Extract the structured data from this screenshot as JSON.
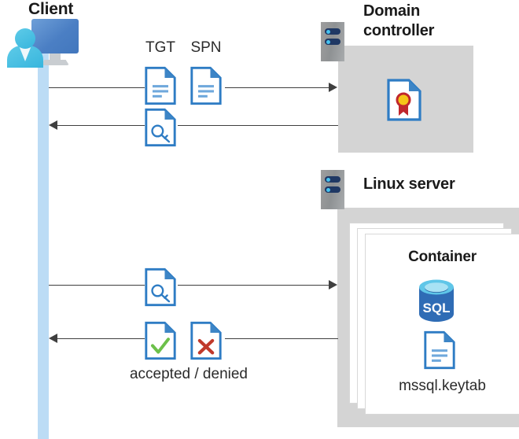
{
  "diagram": {
    "title_client": "Client",
    "domain_controller_title_line1": "Domain",
    "domain_controller_title_line2": "controller",
    "linux_server_title": "Linux server",
    "container_title": "Container",
    "keytab_label": "mssql.keytab",
    "accepted_denied_label": "accepted / denied",
    "ticket_labels": {
      "tgt": "TGT",
      "spn": "SPN"
    },
    "sql_logo_text": "SQL",
    "icons": {
      "client": "user-desktop-icon",
      "server_rack": "server-rack-icon",
      "document": "document-icon",
      "ticket_key": "key-document-icon",
      "certificate": "certificate-document-icon",
      "accepted": "check-document-icon",
      "denied": "cross-document-icon",
      "database": "sql-database-icon",
      "keytab": "document-icon"
    },
    "colors": {
      "accent_blue": "#2e7cc4",
      "doc_fold_blue": "#3d85c6",
      "lifeline_blue": "#bcdcf5",
      "box_grey": "#d4d4d4",
      "rack_grey": "#8e9193",
      "rack_navy": "#1f3864",
      "led_cyan": "#45c3f0",
      "check_green": "#6cc04a",
      "cross_red": "#c0392b",
      "cert_gold": "#f5c518",
      "cert_ribbon_red": "#c0272d",
      "sql_blue": "#2f6cb5",
      "arrow_grey": "#3f3f3f",
      "person_cyan": "#37b5dd",
      "monitor_blue": "#4b7fc4"
    },
    "flows": [
      {
        "id": "flow-1",
        "direction": "right",
        "from": "client",
        "to": "domain-controller",
        "payload": [
          "TGT",
          "SPN"
        ]
      },
      {
        "id": "flow-2",
        "direction": "left",
        "from": "domain-controller",
        "to": "client",
        "payload": [
          "service ticket"
        ]
      },
      {
        "id": "flow-3",
        "direction": "right",
        "from": "client",
        "to": "linux-server",
        "payload": [
          "service ticket"
        ]
      },
      {
        "id": "flow-4",
        "direction": "left",
        "from": "linux-server",
        "to": "client",
        "payload": [
          "accepted",
          "denied"
        ]
      }
    ]
  }
}
